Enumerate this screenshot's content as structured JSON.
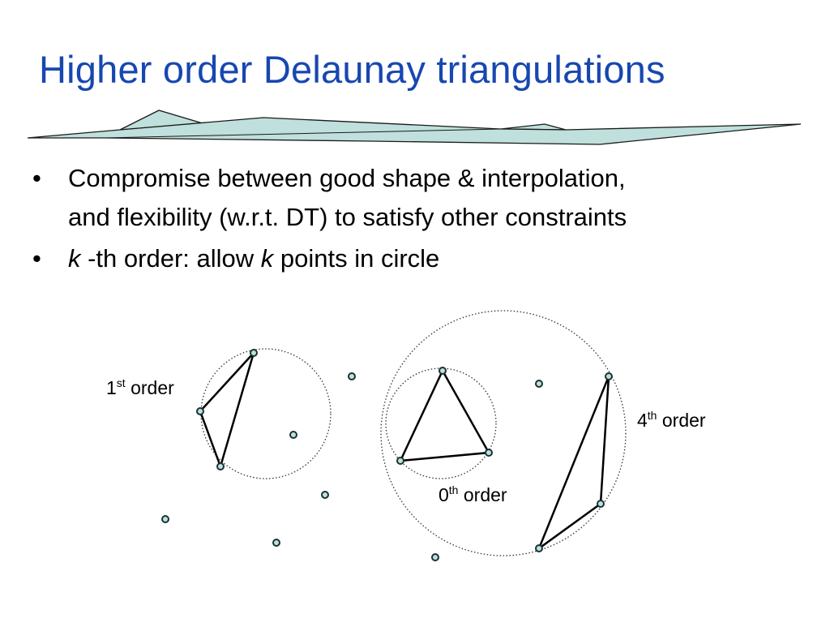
{
  "title": "Higher order Delaunay triangulations",
  "bullets": [
    {
      "line1": "Compromise between good shape & interpolation,",
      "line2": "and flexibility (w.r.t. DT) to satisfy other constraints"
    },
    {
      "k1": "k",
      "middle": " -th order: allow ",
      "k2": "k",
      "end": " points in circle"
    }
  ],
  "bullet_symbol": "•",
  "labels": {
    "first": {
      "num": "1",
      "sup": "st",
      "word": " order"
    },
    "zeroth": {
      "num": "0",
      "sup": "th",
      "word": " order"
    },
    "fourth": {
      "num": "4",
      "sup": "th",
      "word": " order"
    }
  },
  "colors": {
    "title": "#1747b0",
    "terrain_fill": "#bfe0dc",
    "point_fill": "#bfe0dc"
  }
}
